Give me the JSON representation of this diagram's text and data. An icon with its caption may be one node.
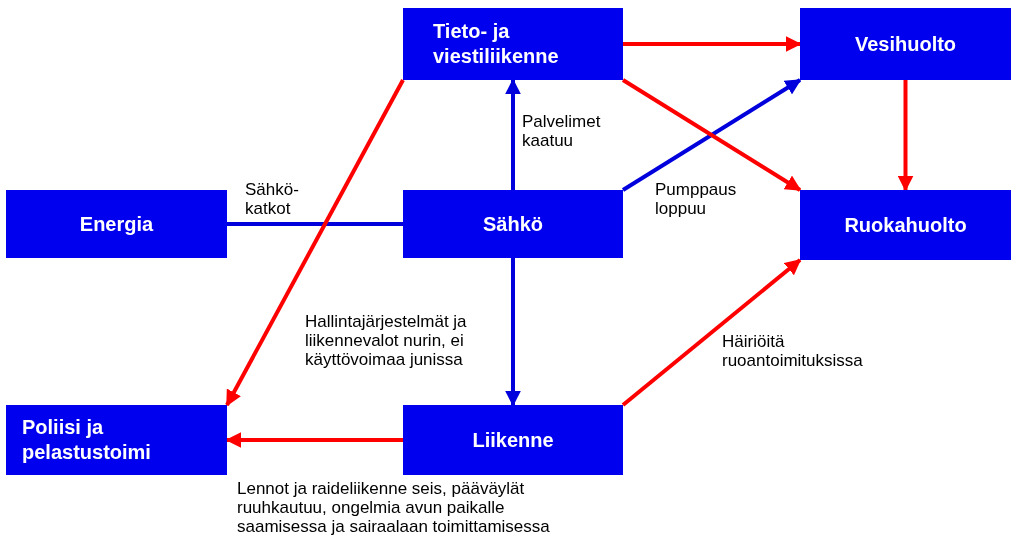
{
  "diagram": {
    "nodes": [
      {
        "text": [
          "Tieto- ja viestiliikenne"
        ]
      },
      {
        "text": [
          "Vesihuolto"
        ]
      },
      {
        "text": [
          "Energia"
        ]
      },
      {
        "text": [
          "Sähkö"
        ]
      },
      {
        "text": [
          "Ruokahuolto"
        ]
      },
      {
        "text": [
          "Poliisi ja pelastustoimi"
        ]
      },
      {
        "text": [
          "Liikenne"
        ]
      }
    ],
    "edges": [
      {
        "from": 2,
        "to": 3,
        "arrow": "none",
        "label": "Sähkö-katkot",
        "color": "#0000dd"
      },
      {
        "from": 3,
        "to": 0,
        "arrow": "to",
        "label": "Palvelimet kaatuu",
        "color": "#0000dd"
      },
      {
        "from": 3,
        "to": 1,
        "arrow": "to",
        "label": "Pumppaus loppuu",
        "color": "#0000dd"
      },
      {
        "from": 3,
        "to": 6,
        "arrow": "to",
        "label": "Hallintajärjestelmät ja liikennevalot nurin, ei käyttövoimaa junissa",
        "color": "#0000dd"
      },
      {
        "from": 0,
        "to": 1,
        "arrow": "to"
      },
      {
        "from": 0,
        "to": 4,
        "arrow": "to"
      },
      {
        "from": 0,
        "to": 5,
        "arrow": "to"
      },
      {
        "from": 1,
        "to": 4,
        "arrow": "to"
      },
      {
        "from": 6,
        "to": 4,
        "arrow": "to",
        "label": "Häiriöitä ruoantoimituksissa"
      },
      {
        "from": 6,
        "to": 5,
        "arrow": "to",
        "label": "Lennot ja raideliikenne seis, pääväylät ruuhkautuu, ongelmia avun paikalle saamisessa ja sairaalaan toimittamisessa"
      }
    ]
  }
}
